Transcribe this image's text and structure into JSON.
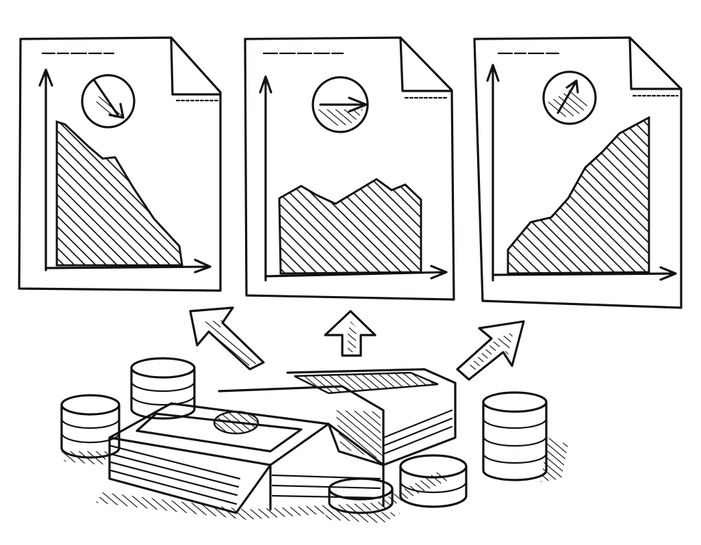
{
  "illustration": {
    "style": "hand-drawn black ink sketch",
    "ink_color": "#111111",
    "background_color": "#ffffff",
    "documents": [
      {
        "name": "report-decline",
        "trend": "down",
        "icon": "arrow-down-right-icon"
      },
      {
        "name": "report-stable",
        "trend": "flat",
        "icon": "arrow-right-icon"
      },
      {
        "name": "report-growth",
        "trend": "up",
        "icon": "arrow-up-right-icon"
      }
    ],
    "arrows": [
      "arrow-up-left-icon",
      "arrow-up-icon",
      "arrow-up-right-icon"
    ],
    "money": {
      "banknote_stacks": 2,
      "coin_stacks": 5
    }
  }
}
